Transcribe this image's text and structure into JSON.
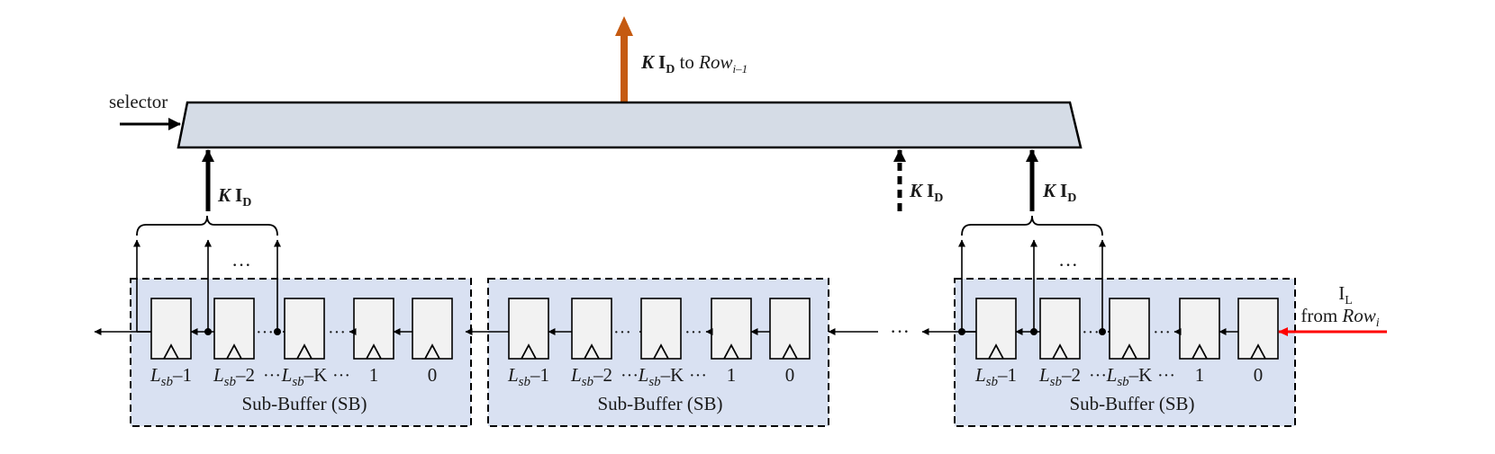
{
  "selector_label": "selector",
  "output": {
    "k": "K",
    "id": "I",
    "id_sub": "D",
    "to": " to ",
    "row": "Row",
    "row_sub": "i–1"
  },
  "k_id": {
    "k": "K",
    "id": "I",
    "sub": "D"
  },
  "input": {
    "il": "I",
    "il_sub": "L",
    "from": "from ",
    "row": "Row",
    "row_sub": "i"
  },
  "sub_buffer_label": "Sub-Buffer (SB)",
  "ellipsis": "···",
  "labels": {
    "lsb1": {
      "l": "L",
      "sub": "sb",
      "tail": "–1"
    },
    "lsb2": {
      "l": "L",
      "sub": "sb",
      "tail": "–2"
    },
    "lsbk": {
      "l": "L",
      "sub": "sb",
      "tail": "–K"
    },
    "one": "1",
    "zero": "0"
  },
  "colors": {
    "mux_fill": "#d5dce6",
    "sb_fill": "#d9e1f2",
    "register_fill": "#f2f2f2",
    "output_arrow": "#c55a11",
    "input_arrow": "#ff0000",
    "line": "#000000"
  }
}
